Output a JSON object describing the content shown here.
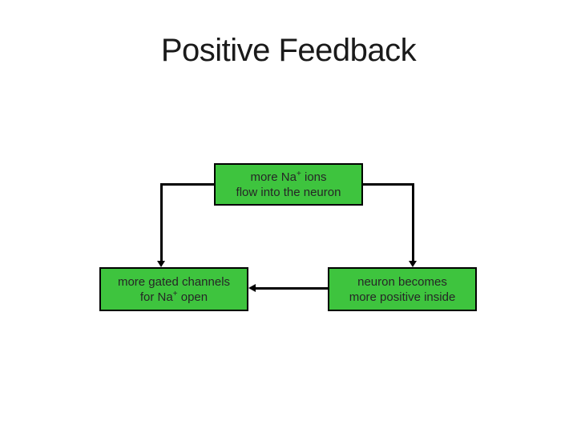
{
  "slide": {
    "title": "Positive Feedback",
    "background": "#ffffff"
  },
  "colors": {
    "slide_bg": "#ffffff",
    "title_text": "#1a1a1a",
    "box_fill": "#3ec43e",
    "box_border": "#000000",
    "box_text": "#262626",
    "connector": "#000000"
  },
  "diagram": {
    "type": "positive-feedback-cycle",
    "boxes": [
      {
        "id": "more-na-ions",
        "line1_pre": "more Na",
        "line1_sup": "+",
        "line1_post": " ions",
        "line2": "flow into the neuron"
      },
      {
        "id": "more-gated-channels",
        "line1": "more gated channels",
        "line2_pre": "for Na",
        "line2_sup": "+",
        "line2_post": " open"
      },
      {
        "id": "neuron-more-positive",
        "line1": "neuron becomes",
        "line2": "more positive inside"
      }
    ],
    "connectors": [
      {
        "from": "more-na-ions",
        "to": "more-gated-channels",
        "style": "elbow",
        "arrow": "down"
      },
      {
        "from": "more-na-ions",
        "to": "neuron-more-positive",
        "style": "elbow",
        "arrow": "down"
      },
      {
        "from": "neuron-more-positive",
        "to": "more-gated-channels",
        "style": "straight",
        "arrow": "left"
      }
    ]
  }
}
